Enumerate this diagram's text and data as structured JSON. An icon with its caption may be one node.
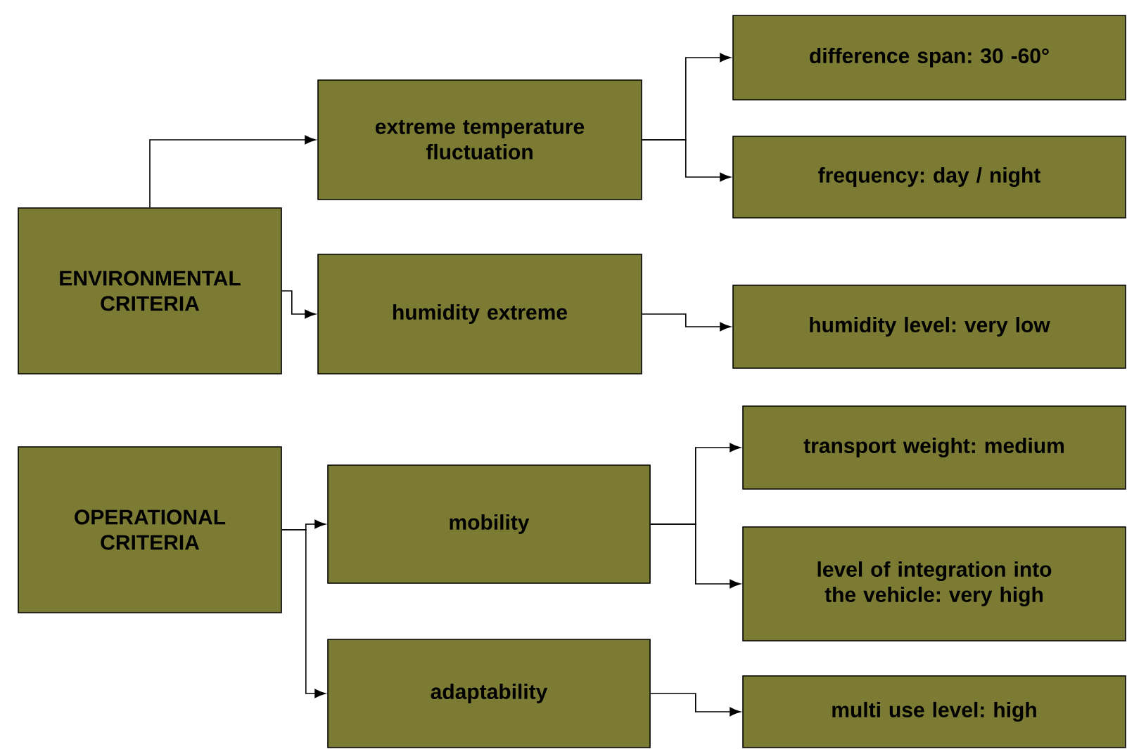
{
  "diagram": {
    "nodes": [
      {
        "text": [
          "ENVIRONMENTAL CRITERIA"
        ]
      },
      {
        "text": [
          "extreme temperature fluctuation"
        ]
      },
      {
        "text": [
          "humidity extreme"
        ]
      },
      {
        "text": [
          "difference span: 30 -60°"
        ]
      },
      {
        "text": [
          "frequency: day / night"
        ]
      },
      {
        "text": [
          "humidity level: very low"
        ]
      },
      {
        "text": [
          "OPERATIONAL CRITERIA"
        ]
      },
      {
        "text": [
          "mobility"
        ]
      },
      {
        "text": [
          "adaptability"
        ]
      },
      {
        "text": [
          "transport weight: medium"
        ]
      },
      {
        "text": [
          "level of integration into the vehicle: very high"
        ]
      },
      {
        "text": [
          "multi use level: high"
        ]
      }
    ],
    "edges": [
      {
        "from": 0,
        "to": 1,
        "arrow": "to"
      },
      {
        "from": 0,
        "to": 2,
        "arrow": "to"
      },
      {
        "from": 1,
        "to": 3,
        "arrow": "to"
      },
      {
        "from": 1,
        "to": 4,
        "arrow": "to"
      },
      {
        "from": 2,
        "to": 5,
        "arrow": "to"
      },
      {
        "from": 6,
        "to": 7,
        "arrow": "to"
      },
      {
        "from": 6,
        "to": 8,
        "arrow": "to"
      },
      {
        "from": 7,
        "to": 9,
        "arrow": "to"
      },
      {
        "from": 7,
        "to": 10,
        "arrow": "to"
      },
      {
        "from": 8,
        "to": 11,
        "arrow": "to"
      }
    ]
  }
}
